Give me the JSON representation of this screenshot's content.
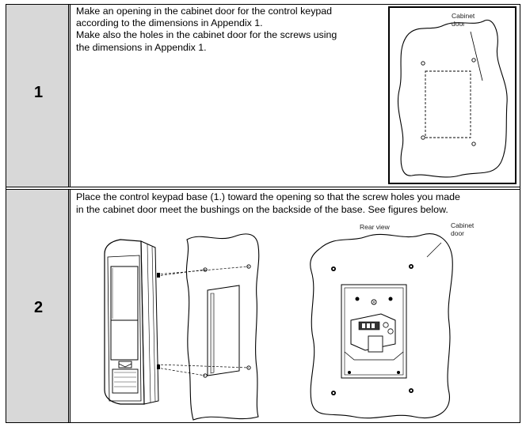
{
  "steps": [
    {
      "number": "1",
      "lines": [
        "Make an opening in the cabinet door for the control keypad",
        "according to the dimensions in Appendix 1.",
        "Make also the holes in the cabinet door for the screws using",
        "the dimensions in Appendix 1."
      ],
      "figure": {
        "cabinet_label_line1": "Cabinet",
        "cabinet_label_line2": "door"
      }
    },
    {
      "number": "2",
      "lines": [
        "Place the control keypad base (1.) toward the opening so that the screw holes you made",
        "in the cabinet door meet the bushings on the backside of the base. See figures below."
      ],
      "figure": {
        "rear_view_label": "Rear view",
        "cabinet_label_line1": "Cabinet",
        "cabinet_label_line2": "door"
      }
    }
  ]
}
